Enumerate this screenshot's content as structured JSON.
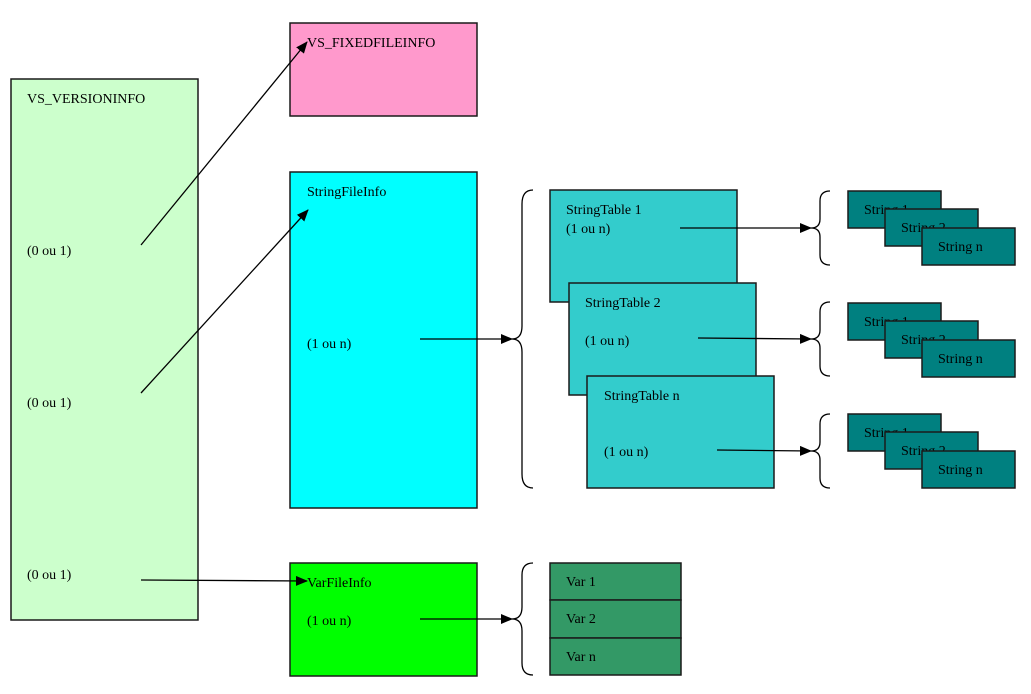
{
  "colors": {
    "versioninfo": "#CCFFCC",
    "fixedfileinfo": "#FF99CC",
    "stringfileinfo": "#00FFFF",
    "varfileinfo": "#00FF00",
    "stringtable": "#33CCCC",
    "string": "#008080",
    "var": "#339966"
  },
  "versioninfo": {
    "title": "VS_VERSIONINFO",
    "cardinality_fixed": "(0 ou 1)",
    "cardinality_string": "(0 ou 1)",
    "cardinality_var": "(0 ou 1)"
  },
  "fixedfileinfo": {
    "title": "VS_FIXEDFILEINFO"
  },
  "stringfileinfo": {
    "title": "StringFileInfo",
    "cardinality": "(1 ou n)"
  },
  "varfileinfo": {
    "title": "VarFileInfo",
    "cardinality": "(1 ou n)"
  },
  "stringtables": [
    {
      "title": "StringTable 1",
      "cardinality": "(1 ou n)"
    },
    {
      "title": "StringTable 2",
      "cardinality": "(1 ou n)"
    },
    {
      "title": "StringTable n",
      "cardinality": "(1 ou n)"
    }
  ],
  "strings": [
    "String 1",
    "String 2",
    "String n"
  ],
  "vars": [
    "Var 1",
    "Var 2",
    "Var n"
  ]
}
